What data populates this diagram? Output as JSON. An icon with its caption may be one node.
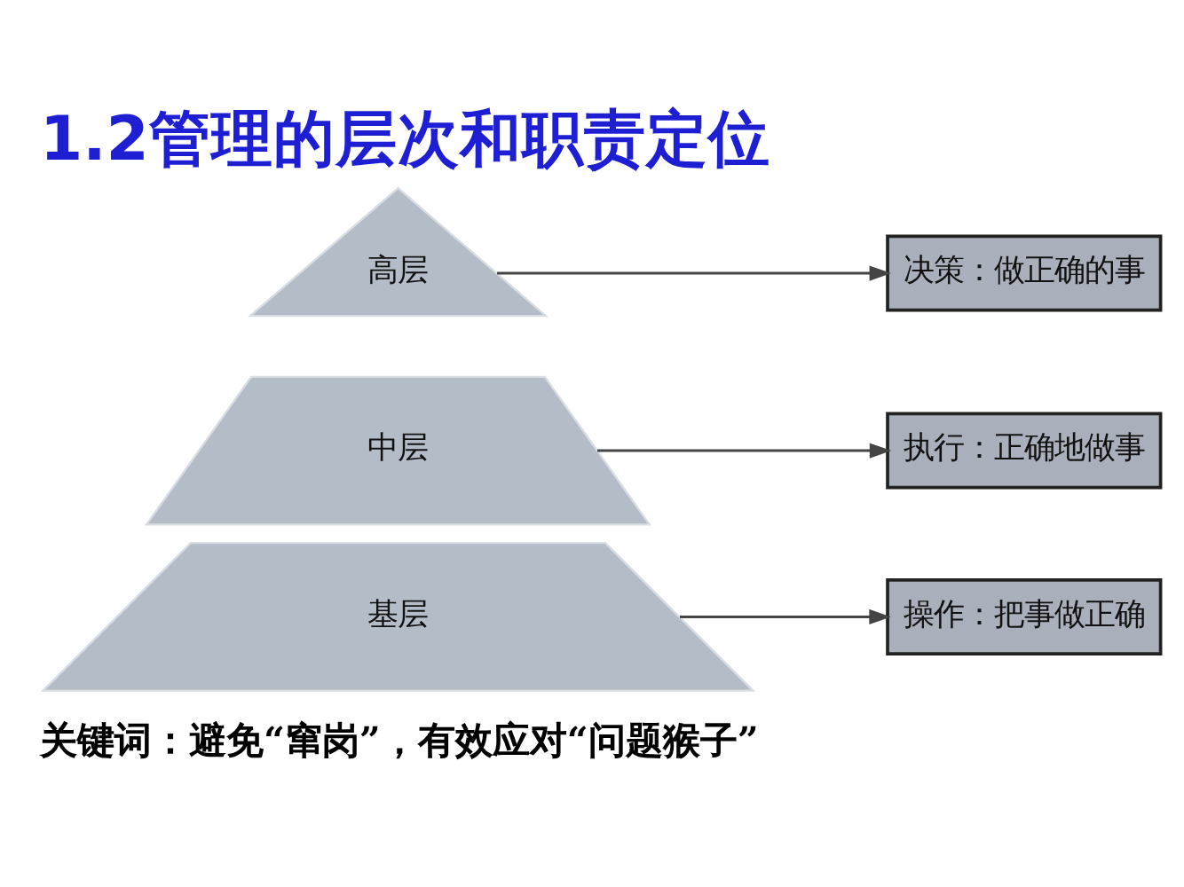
{
  "diagram": {
    "title": "1.2管理的层次和职责定位",
    "caption": "关键词：避免“窜岗”，有效应对“问题猴子”",
    "nodes": [
      {
        "text": [
          "高层"
        ]
      },
      {
        "text": [
          "决策：做正确的事"
        ]
      },
      {
        "text": [
          "中层"
        ]
      },
      {
        "text": [
          "执行：正确地做事"
        ]
      },
      {
        "text": [
          "基层"
        ]
      },
      {
        "text": [
          "操作：把事做正确"
        ]
      }
    ],
    "edges": [
      {
        "from": 0,
        "to": 1,
        "arrow": "to"
      },
      {
        "from": 2,
        "to": 3,
        "arrow": "to"
      },
      {
        "from": 4,
        "to": 5,
        "arrow": "to"
      }
    ]
  }
}
